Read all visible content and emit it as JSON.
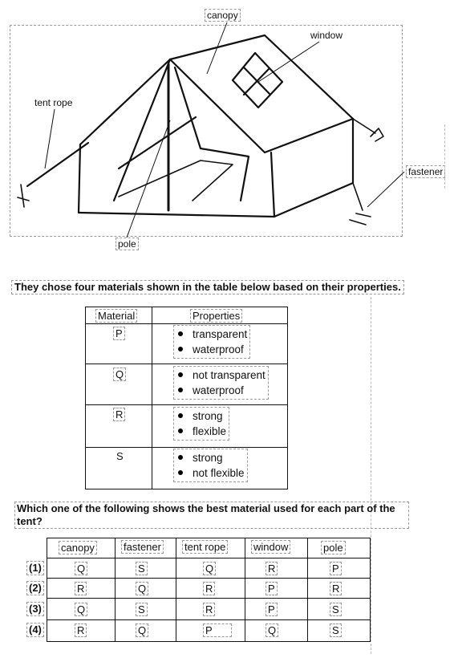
{
  "figure": {
    "labels": {
      "canopy": "canopy",
      "window": "window",
      "tent_rope": "tent rope",
      "fastener": "fastener",
      "pole": "pole"
    }
  },
  "intro_text": "They chose four materials shown in the table below based on their properties.",
  "materials_table": {
    "headers": [
      "Material",
      "Properties"
    ],
    "rows": [
      {
        "material": "P",
        "properties": [
          "transparent",
          "waterproof"
        ]
      },
      {
        "material": "Q",
        "properties": [
          "not transparent",
          "waterproof"
        ]
      },
      {
        "material": "R",
        "properties": [
          "strong",
          "flexible"
        ]
      },
      {
        "material": "S",
        "properties": [
          "strong",
          "not flexible"
        ]
      }
    ]
  },
  "question": "Which one of the following shows the best material used for each part of the tent?",
  "options_table": {
    "headers": [
      "canopy",
      "fastener",
      "tent rope",
      "window",
      "pole"
    ],
    "rows": [
      {
        "option": "(1)",
        "values": [
          "Q",
          "S",
          "Q",
          "R",
          "P"
        ]
      },
      {
        "option": "(2)",
        "values": [
          "R",
          "Q",
          "R",
          "P",
          "R"
        ]
      },
      {
        "option": "(3)",
        "values": [
          "Q",
          "S",
          "R",
          "P",
          "S"
        ]
      },
      {
        "option": "(4)",
        "values": [
          "R",
          "Q",
          "P",
          "Q",
          "S"
        ]
      }
    ]
  }
}
